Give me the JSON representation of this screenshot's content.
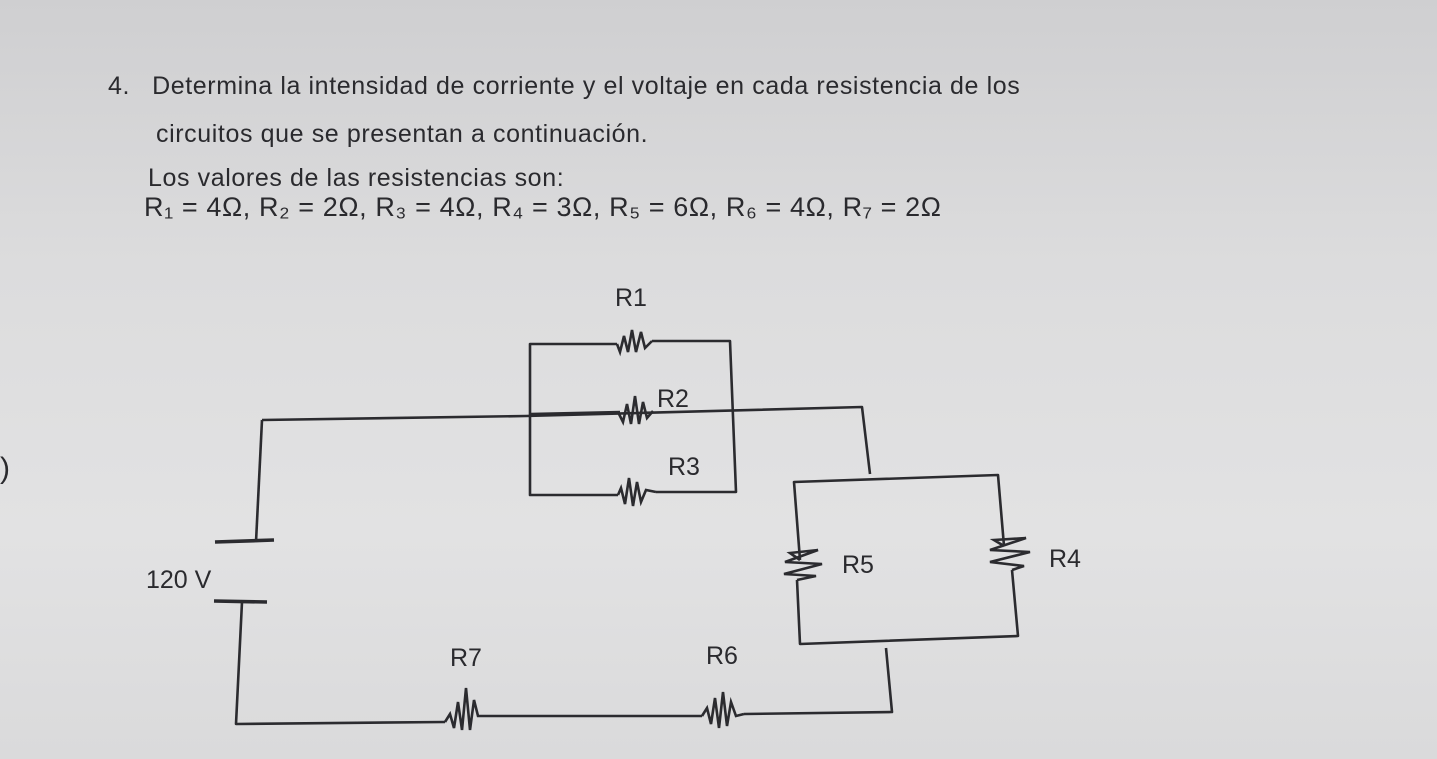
{
  "problem": {
    "number": "4.",
    "line1": "Determina la intensidad de corriente y el voltaje en cada resistencia de los",
    "line2": "circuitos que se presentan a continuación.",
    "line3": "Los valores de las resistencias son:",
    "values": "R₁ = 4Ω, R₂ = 2Ω, R₃ = 4Ω, R₄ = 3Ω, R₅ = 6Ω, R₆ = 4Ω, R₇ = 2Ω"
  },
  "margin_mark": ")",
  "circuit": {
    "source_label": "120 V",
    "resistors": {
      "r1": "R1",
      "r2": "R2",
      "r3": "R3",
      "r4": "R4",
      "r5": "R5",
      "r6": "R6",
      "r7": "R7"
    }
  }
}
